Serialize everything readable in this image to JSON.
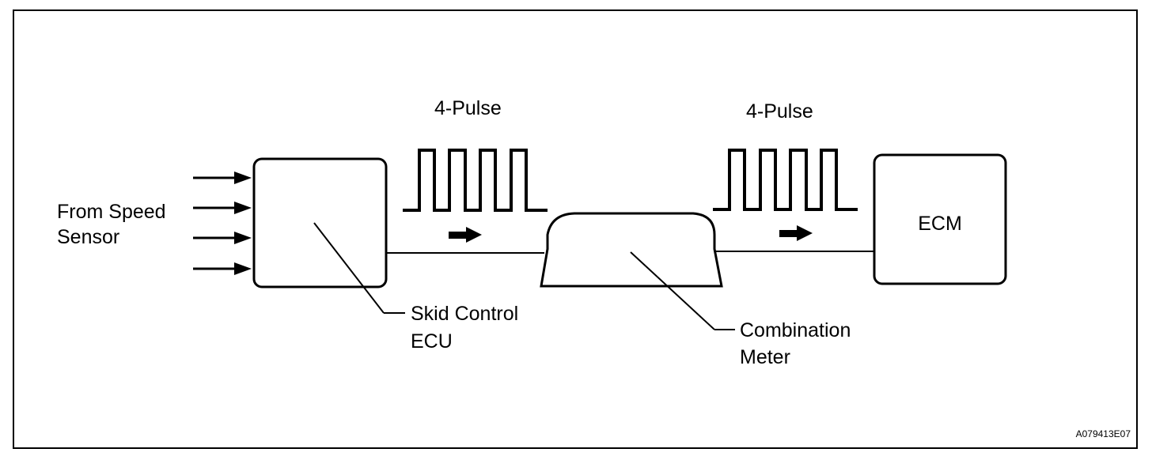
{
  "diagram": {
    "labels": {
      "from_speed_sensor_line1": "From Speed",
      "from_speed_sensor_line2": "Sensor",
      "pulse_left": "4-Pulse",
      "pulse_right": "4-Pulse",
      "skid_control_line1": "Skid Control",
      "skid_control_line2": "ECU",
      "combination_line1": "Combination",
      "combination_line2": "Meter",
      "ecm": "ECM",
      "figure_code": "A079413E07"
    }
  }
}
